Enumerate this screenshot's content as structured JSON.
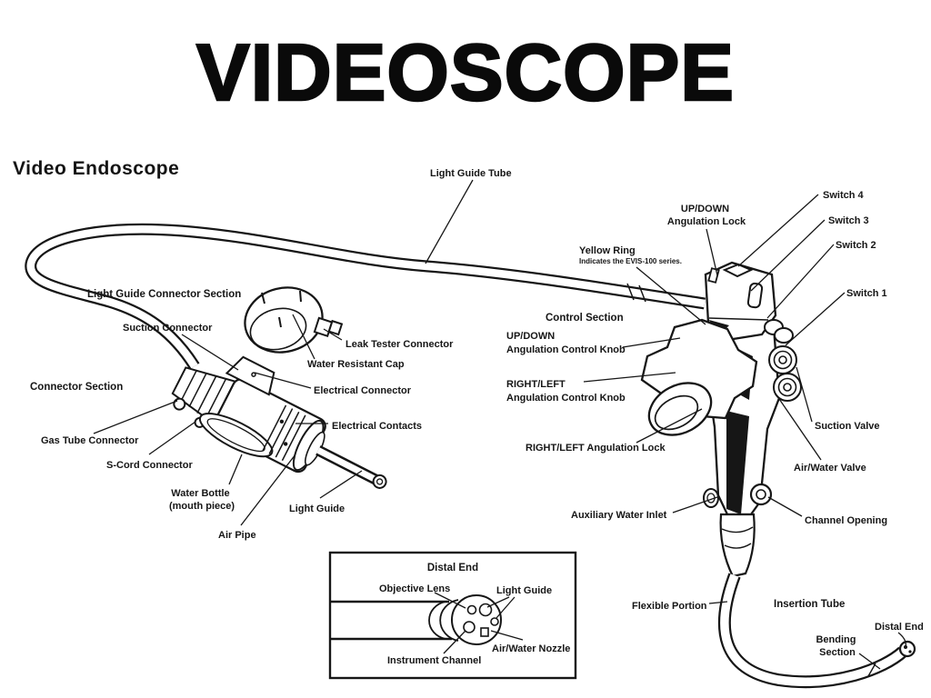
{
  "title": "VIDEOSCOPE",
  "subtitle": "Video Endoscope",
  "colors": {
    "ink": "#161616",
    "paper": "#ffffff"
  },
  "labels": {
    "light_guide_tube": "Light Guide Tube",
    "switch_4": "Switch 4",
    "switch_3": "Switch 3",
    "switch_2": "Switch 2",
    "switch_1": "Switch 1",
    "updown_angulation_lock": {
      "line1": "UP/DOWN",
      "line2": "Angulation Lock"
    },
    "yellow_ring": {
      "line1": "Yellow Ring",
      "line2": "Indicates the EVIS-100 series."
    },
    "control_section": "Control Section",
    "updown_angulation_control_knob": {
      "line1": "UP/DOWN",
      "line2": "Angulation Control Knob"
    },
    "rightleft_angulation_control_knob": {
      "line1": "RIGHT/LEFT",
      "line2": "Angulation Control Knob"
    },
    "rightleft_angulation_lock": "RIGHT/LEFT Angulation Lock",
    "suction_valve": "Suction Valve",
    "airwater_valve": "Air/Water Valve",
    "auxiliary_water_inlet": "Auxiliary Water Inlet",
    "channel_opening": "Channel Opening",
    "flexible_portion": "Flexible Portion",
    "insertion_tube": "Insertion Tube",
    "distal_end": "Distal End",
    "bending_section": {
      "line1": "Bending",
      "line2": "Section"
    },
    "light_guide_connector_section": "Light Guide Connector Section",
    "suction_connector": "Suction Connector",
    "leak_tester_connector": "Leak Tester Connector",
    "water_resistant_cap": "Water Resistant Cap",
    "connector_section": "Connector Section",
    "electrical_connector": "Electrical Connector",
    "electrical_contacts": "Electrical Contacts",
    "gas_tube_connector": "Gas Tube Connector",
    "s_cord_connector": "S-Cord Connector",
    "water_bottle": {
      "line1": "Water Bottle",
      "line2": "(mouth piece)"
    },
    "light_guide": "Light Guide",
    "air_pipe": "Air Pipe"
  },
  "inset": {
    "title": "Distal End",
    "objective_lens": "Objective Lens",
    "light_guide": "Light Guide",
    "instrument_channel": "Instrument Channel",
    "airwater_nozzle": "Air/Water Nozzle"
  }
}
